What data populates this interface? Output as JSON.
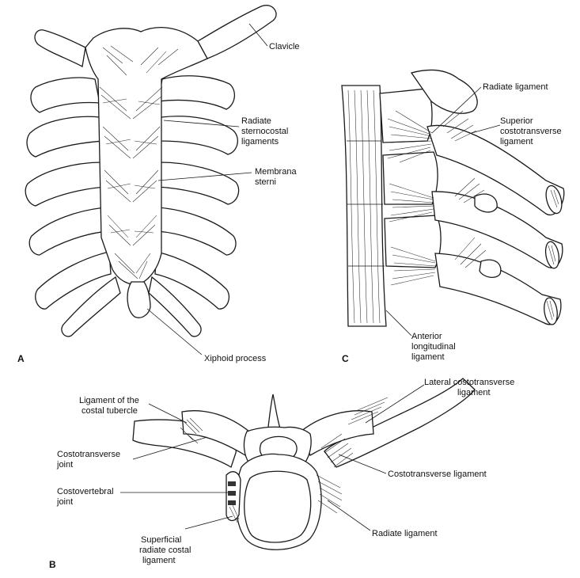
{
  "panels": {
    "a": {
      "letter": "A"
    },
    "b": {
      "letter": "B"
    },
    "c": {
      "letter": "C"
    }
  },
  "labels": {
    "clavicle": [
      "Clavicle"
    ],
    "radiate_sternocostal": [
      "Radiate",
      "sternocostal",
      "ligaments"
    ],
    "membrana_sterni": [
      "Membrana",
      "sterni"
    ],
    "xiphoid": [
      "Xiphoid process"
    ],
    "radiate_ligament_c": [
      "Radiate ligament"
    ],
    "superior_costotransverse": [
      "Superior",
      "costotransverse",
      "ligament"
    ],
    "anterior_longitudinal": [
      "Anterior",
      "longitudinal",
      "ligament"
    ],
    "lateral_costotransverse": [
      "Lateral costotransverse",
      "ligament"
    ],
    "ligament_costal_tubercle": [
      "Ligament of the",
      "costal tubercle"
    ],
    "costotransverse_joint": [
      "Costotransverse",
      "joint"
    ],
    "costovertebral_joint": [
      "Costovertebral",
      "joint"
    ],
    "superficial_radiate": [
      "Superficial",
      "radiate costal",
      "ligament"
    ],
    "costotransverse_ligament": [
      "Costotransverse ligament"
    ],
    "radiate_ligament_b": [
      "Radiate ligament"
    ]
  }
}
